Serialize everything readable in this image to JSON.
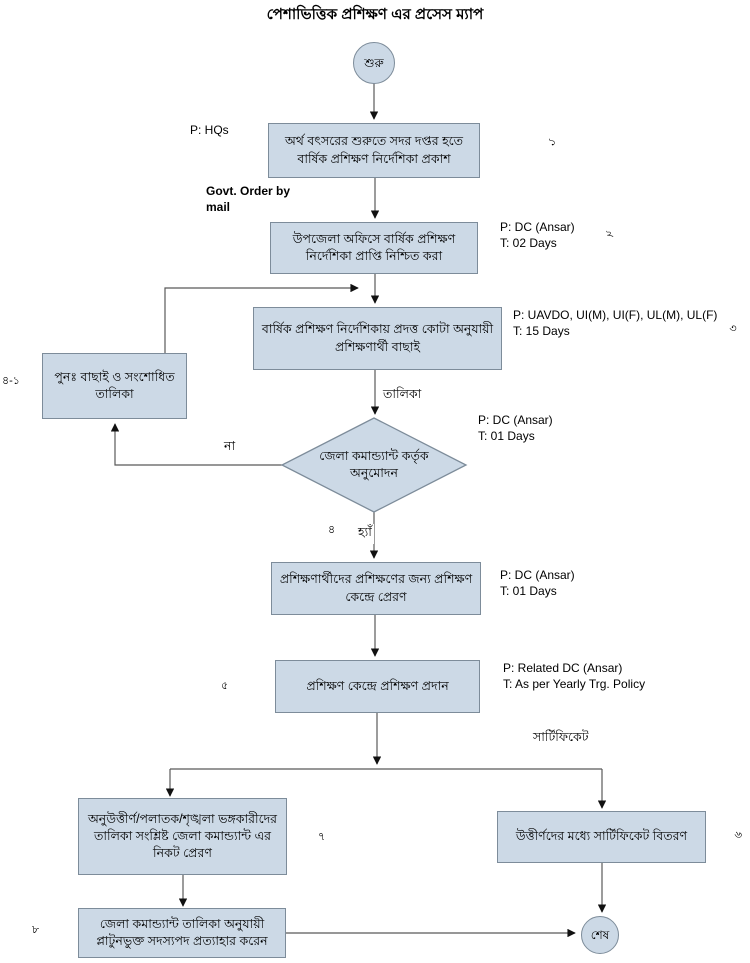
{
  "title": "পেশাভিত্তিক প্রশিক্ষণ এর প্রসেস ম্যাপ",
  "colors": {
    "node_fill": "#ccd9e6",
    "node_border": "#7d8c9a",
    "connector_line": "#595959",
    "arrowhead": "#111111"
  },
  "nodes": {
    "start": {
      "label": "শুরু"
    },
    "publish_directive": {
      "text": "অর্থ বৎসরের শুরুতে সদর দপ্তর হতে বার্ষিক প্রশিক্ষণ নির্দেশিকা প্রকাশ",
      "number": "১",
      "annotation": "P: HQs",
      "note": "Govt. Order by mail"
    },
    "confirm_receipt": {
      "text": "উপজেলা অফিসে বার্ষিক প্রশিক্ষণ নির্দেশিকা প্রাপ্তি নিশ্চিত করা",
      "number": "২",
      "annotation": "P: DC (Ansar)\nT: 02 Days"
    },
    "select_trainees": {
      "text": "বার্ষিক প্রশিক্ষণ নির্দেশিকায় প্রদত্ত কোটা অনুযায়ী প্রশিক্ষণার্থী বাছাই",
      "number": "৩",
      "annotation": "P: UAVDO, UI(M), UI(F), UL(M), UL(F)\nT: 15 Days"
    },
    "rework_list": {
      "text": "পুনঃ বাছাই ও সংশোধিত তালিকা",
      "number": "৪-১"
    },
    "approval_decision": {
      "text": "জেলা কমান্ড্যান্ট কর্তৃক অনুমোদন",
      "number": "৪",
      "annotation": "P: DC (Ansar)\nT: 01 Days"
    },
    "send_to_center": {
      "text": "প্রশিক্ষণার্থীদের প্রশিক্ষণের জন্য প্রশিক্ষণ কেন্দ্রে প্রেরণ",
      "annotation": "P: DC (Ansar)\nT: 01 Days"
    },
    "provide_training": {
      "text": "প্রশিক্ষণ কেন্দ্রে প্রশিক্ষণ প্রদান",
      "number": "৫",
      "annotation": "P: Related DC (Ansar)\nT: As per Yearly Trg. Policy"
    },
    "send_failed_list": {
      "text": "অনুউত্তীর্ণ/পলাতক/শৃঙ্খলা ভঙ্গকারীদের তালিকা সংশ্লিষ্ট জেলা কমান্ড্যান্ট এর নিকট প্রেরণ",
      "number": "৭"
    },
    "distribute_certificates": {
      "text": "উত্তীর্ণদের মধ্যে সার্টিফিকেট বিতরণ",
      "number": "৬"
    },
    "withdraw_membership": {
      "text": "জেলা কমান্ড্যান্ট তালিকা অনুযায়ী প্লাটুনভুক্ত সদস্যপদ প্রত্যাহার করেন",
      "number": "৮"
    },
    "end": {
      "label": "শেষ"
    }
  },
  "edge_labels": {
    "list": "তালিকা",
    "no": "না",
    "yes": "হ্যাঁ",
    "certificate": "সার্টিফিকেট"
  }
}
